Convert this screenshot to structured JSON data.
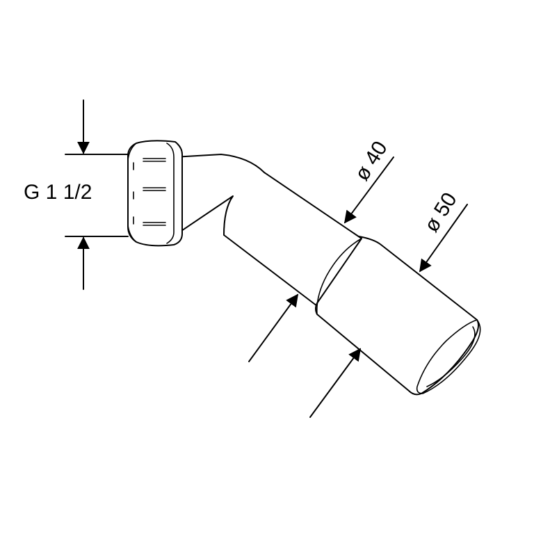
{
  "drawing": {
    "thread_label": "G 1 1/2",
    "diameter_small_label": "ø 40",
    "diameter_large_label": "ø 50",
    "line_color": "#000000",
    "background_color": "#ffffff"
  }
}
